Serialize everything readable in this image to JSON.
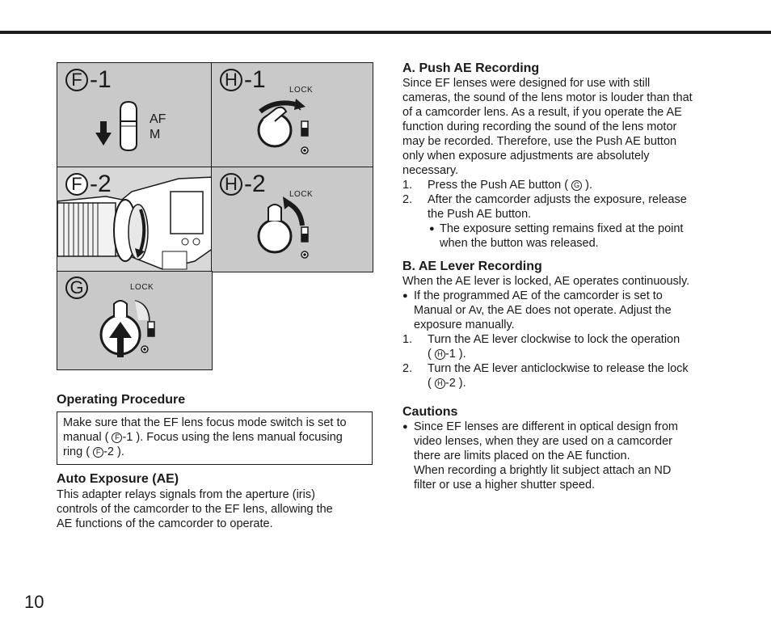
{
  "page_number": "10",
  "figures": {
    "f1": {
      "letter": "F",
      "suffix": "-1",
      "switch_labels": [
        "AF",
        "M"
      ]
    },
    "h1": {
      "letter": "H",
      "suffix": "-1",
      "lock": "LOCK"
    },
    "f2": {
      "letter": "F",
      "suffix": "-2"
    },
    "h2": {
      "letter": "H",
      "suffix": "-2",
      "lock": "LOCK"
    },
    "g": {
      "letter": "G",
      "lock": "LOCK"
    }
  },
  "operating_procedure": {
    "heading": "Operating Procedure",
    "box": {
      "l1": "Make sure that the EF lens focus mode switch is set to",
      "l2a": "manual (",
      "l2ref": "F",
      "l2b": "-1 ). Focus using the lens manual focusing",
      "l3a": "ring (",
      "l3ref": "F",
      "l3b": "-2 )."
    }
  },
  "auto_exposure": {
    "heading": "Auto Exposure (AE)",
    "lines": [
      "This adapter relays signals from the aperture (iris)",
      "controls of the camcorder to the EF lens, allowing the",
      "AE functions of the camcorder to operate."
    ]
  },
  "push_ae": {
    "heading": "A.  Push AE Recording",
    "lines": [
      "Since EF lenses were designed for use with still",
      "cameras, the sound of the lens motor is louder than that",
      "of a camcorder lens. As a result, if you operate the AE",
      "function during recording the sound of the lens motor",
      "may be recorded. Therefore, use the Push AE button",
      "only when exposure adjustments are absolutely",
      "necessary."
    ],
    "step1": {
      "num": "1.",
      "a": "Press the Push AE button (",
      "ref": "G",
      "b": ")."
    },
    "step2": {
      "num": "2.",
      "l1": "After the camcorder adjusts the exposure, release",
      "l2": "the Push AE button."
    },
    "note": {
      "bullet": "●",
      "l1": "The exposure setting remains fixed at the point",
      "l2": "when the button was released."
    }
  },
  "ae_lever": {
    "heading": "B.  AE Lever Recording",
    "intro": "When the AE lever is locked, AE operates continuously.",
    "bullet": {
      "sym": "●",
      "l1": "If the programmed AE of the camcorder is set to",
      "l2": "Manual or Av, the AE does not operate. Adjust the",
      "l3": "exposure manually."
    },
    "step1": {
      "num": "1.",
      "l1": "Turn the AE lever clockwise to lock the operation",
      "l2a": "(",
      "ref": "H",
      "l2b": "-1 )."
    },
    "step2": {
      "num": "2.",
      "l1": "Turn the AE lever anticlockwise to release the lock",
      "l2a": "(",
      "ref": "H",
      "l2b": "-2 )."
    }
  },
  "cautions": {
    "heading": "Cautions",
    "bullet": "●",
    "lines": [
      "Since EF lenses are different in optical design from",
      "video lenses, when they are used on a camcorder",
      "there are limits placed on the AE function.",
      "When recording a brightly lit subject attach an ND",
      "filter or use a higher shutter speed."
    ]
  }
}
